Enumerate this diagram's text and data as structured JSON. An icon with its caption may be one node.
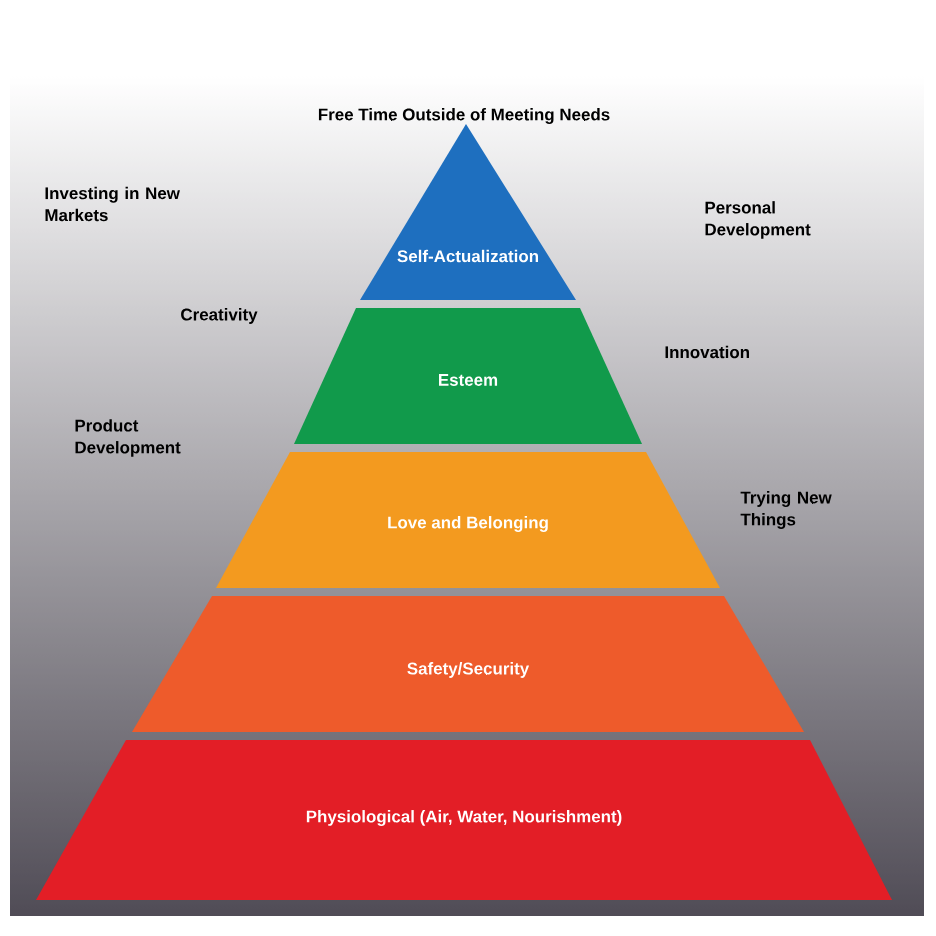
{
  "diagram": {
    "title": "Free Time Outside of Meeting Needs",
    "nodes": [
      {
        "text": [
          "Self-Actualization"
        ]
      },
      {
        "text": [
          "Esteem"
        ]
      },
      {
        "text": [
          "Love and Belonging"
        ]
      },
      {
        "text": [
          "Safety/Security"
        ]
      },
      {
        "text": [
          "Physiological (Air, Water, Nourishment)"
        ]
      }
    ],
    "labels": [
      "Investing in New Markets",
      "Personal Development",
      "Creativity",
      "Innovation",
      "Product Development",
      "Trying New Things"
    ]
  }
}
